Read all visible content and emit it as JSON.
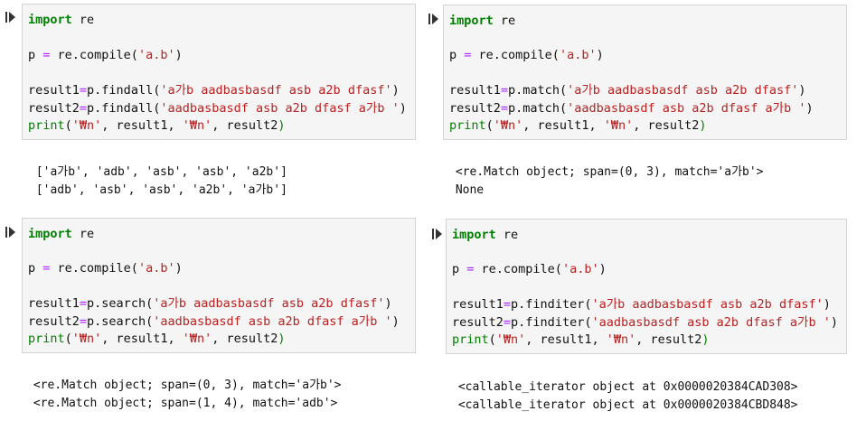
{
  "cells": [
    {
      "id": "findall",
      "code": {
        "import_kw": "import",
        "import_mod": " re",
        "compile_pre": "p ",
        "compile_eq": "=",
        "compile_call": " re.compile(",
        "compile_pat": "'a.b'",
        "compile_close": ")",
        "r1_name": "result1",
        "r1_eq": "=",
        "r1_call": "p.findall(",
        "r1_str": "'a가b aadbasbasdf asb a2b dfasf'",
        "r1_close": ")",
        "r2_name": "result2",
        "r2_eq": "=",
        "r2_call": "p.findall(",
        "r2_str": "'aadbasbasdf asb a2b dfasf a가b '",
        "r2_close": ")",
        "print_fn": "print",
        "print_open": "(",
        "print_nl1": "'₩n'",
        "print_mid1": ", result1, ",
        "print_nl2": "'₩n'",
        "print_mid2": ", result2",
        "print_close": ")"
      },
      "output": [
        " ['a가b', 'adb', 'asb', 'asb', 'a2b']",
        " ['adb', 'asb', 'asb', 'a2b', 'a가b']"
      ]
    },
    {
      "id": "match",
      "code": {
        "import_kw": "import",
        "import_mod": " re",
        "compile_pre": "p ",
        "compile_eq": "=",
        "compile_call": " re.compile(",
        "compile_pat": "'a.b'",
        "compile_close": ")",
        "r1_name": "result1",
        "r1_eq": "=",
        "r1_call": "p.match(",
        "r1_str": "'a가b aadbasbasdf asb a2b dfasf'",
        "r1_close": ")",
        "r2_name": "result2",
        "r2_eq": "=",
        "r2_call": "p.match(",
        "r2_str": "'aadbasbasdf asb a2b dfasf a가b '",
        "r2_close": ")",
        "print_fn": "print",
        "print_open": "(",
        "print_nl1": "'₩n'",
        "print_mid1": ", result1, ",
        "print_nl2": "'₩n'",
        "print_mid2": ", result2",
        "print_close": ")"
      },
      "output": [
        " <re.Match object; span=(0, 3), match='a가b'>",
        " None"
      ]
    },
    {
      "id": "search",
      "code": {
        "import_kw": "import",
        "import_mod": " re",
        "compile_pre": "p ",
        "compile_eq": "=",
        "compile_call": " re.compile(",
        "compile_pat": "'a.b'",
        "compile_close": ")",
        "r1_name": "result1",
        "r1_eq": "=",
        "r1_call": "p.search(",
        "r1_str": "'a가b aadbasbasdf asb a2b dfasf'",
        "r1_close": ")",
        "r2_name": "result2",
        "r2_eq": "=",
        "r2_call": "p.search(",
        "r2_str": "'aadbasbasdf asb a2b dfasf a가b '",
        "r2_close": ")",
        "print_fn": "print",
        "print_open": "(",
        "print_nl1": "'₩n'",
        "print_mid1": ", result1, ",
        "print_nl2": "'₩n'",
        "print_mid2": ", result2",
        "print_close": ")"
      },
      "output": [
        " <re.Match object; span=(0, 3), match='a가b'>",
        " <re.Match object; span=(1, 4), match='adb'>"
      ]
    },
    {
      "id": "finditer",
      "code": {
        "import_kw": "import",
        "import_mod": " re",
        "compile_pre": "p ",
        "compile_eq": "=",
        "compile_call": " re.compile(",
        "compile_pat": "'a.b'",
        "compile_close": ")",
        "r1_name": "result1",
        "r1_eq": "=",
        "r1_call": "p.finditer(",
        "r1_str": "'a가b aadbasbasdf asb a2b dfasf'",
        "r1_close": ")",
        "r2_name": "result2",
        "r2_eq": "=",
        "r2_call": "p.finditer(",
        "r2_str": "'aadbasbasdf asb a2b dfasf a가b '",
        "r2_close": ")",
        "print_fn": "print",
        "print_open": "(",
        "print_nl1": "'₩n'",
        "print_mid1": ", result1, ",
        "print_nl2": "'₩n'",
        "print_mid2": ", result2",
        "print_close": ")"
      },
      "output": [
        " <callable_iterator object at 0x0000020384CAD308>",
        " <callable_iterator object at 0x0000020384CBD848>"
      ]
    }
  ],
  "icons": {
    "run": "run-cell-icon"
  },
  "colors": {
    "keyword": "#008000",
    "string": "#ba2121",
    "operator": "#aa22ff",
    "cell_bg": "#f5f5f5",
    "cell_border": "#d4d4d4"
  }
}
